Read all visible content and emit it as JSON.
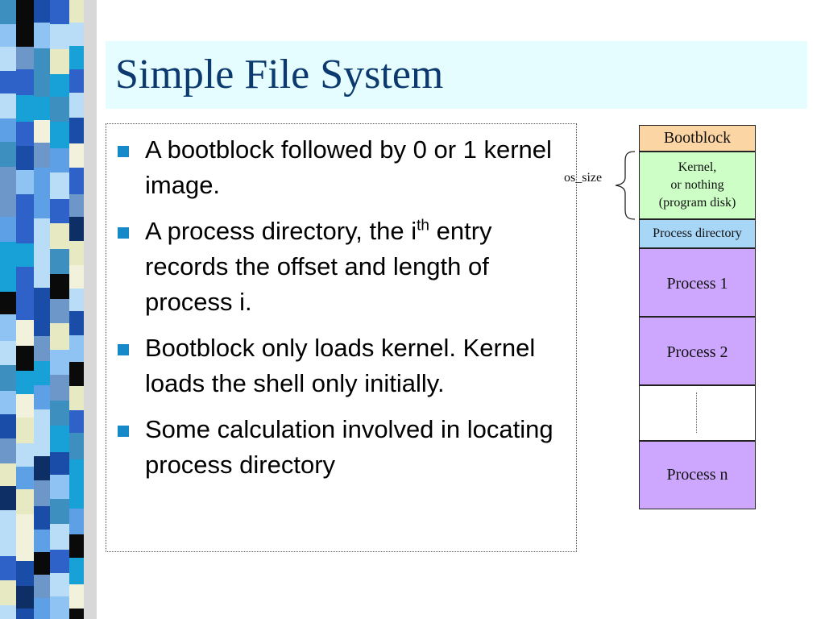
{
  "slide": {
    "title": "Simple File System",
    "bullets": [
      {
        "text": "A bootblock followed by 0 or 1 kernel image."
      },
      {
        "text_before_sup": "A process directory, the i",
        "sup": "th",
        "text_after_sup": " entry records the offset and length of process i."
      },
      {
        "text": "Bootblock only loads kernel. Kernel loads the shell only initially."
      },
      {
        "text": "Some calculation involved in locating process directory"
      }
    ]
  },
  "diagram": {
    "blocks": {
      "bootblock": "Bootblock",
      "kernel_line1": "Kernel,",
      "kernel_line2": "or nothing",
      "kernel_line3": "(program disk)",
      "process_directory": "Process directory",
      "process_1": "Process 1",
      "process_2": "Process 2",
      "process_n": "Process n"
    },
    "os_size_label": "os_size"
  },
  "colors": {
    "title_text": "#0c3a6e",
    "title_background": "#e5fdfe",
    "bullet": "#1689c9",
    "bootblock": "#fcd5a4",
    "kernel": "#ccfec6",
    "process_directory": "#a8d6f7",
    "process": "#cca7fd"
  }
}
